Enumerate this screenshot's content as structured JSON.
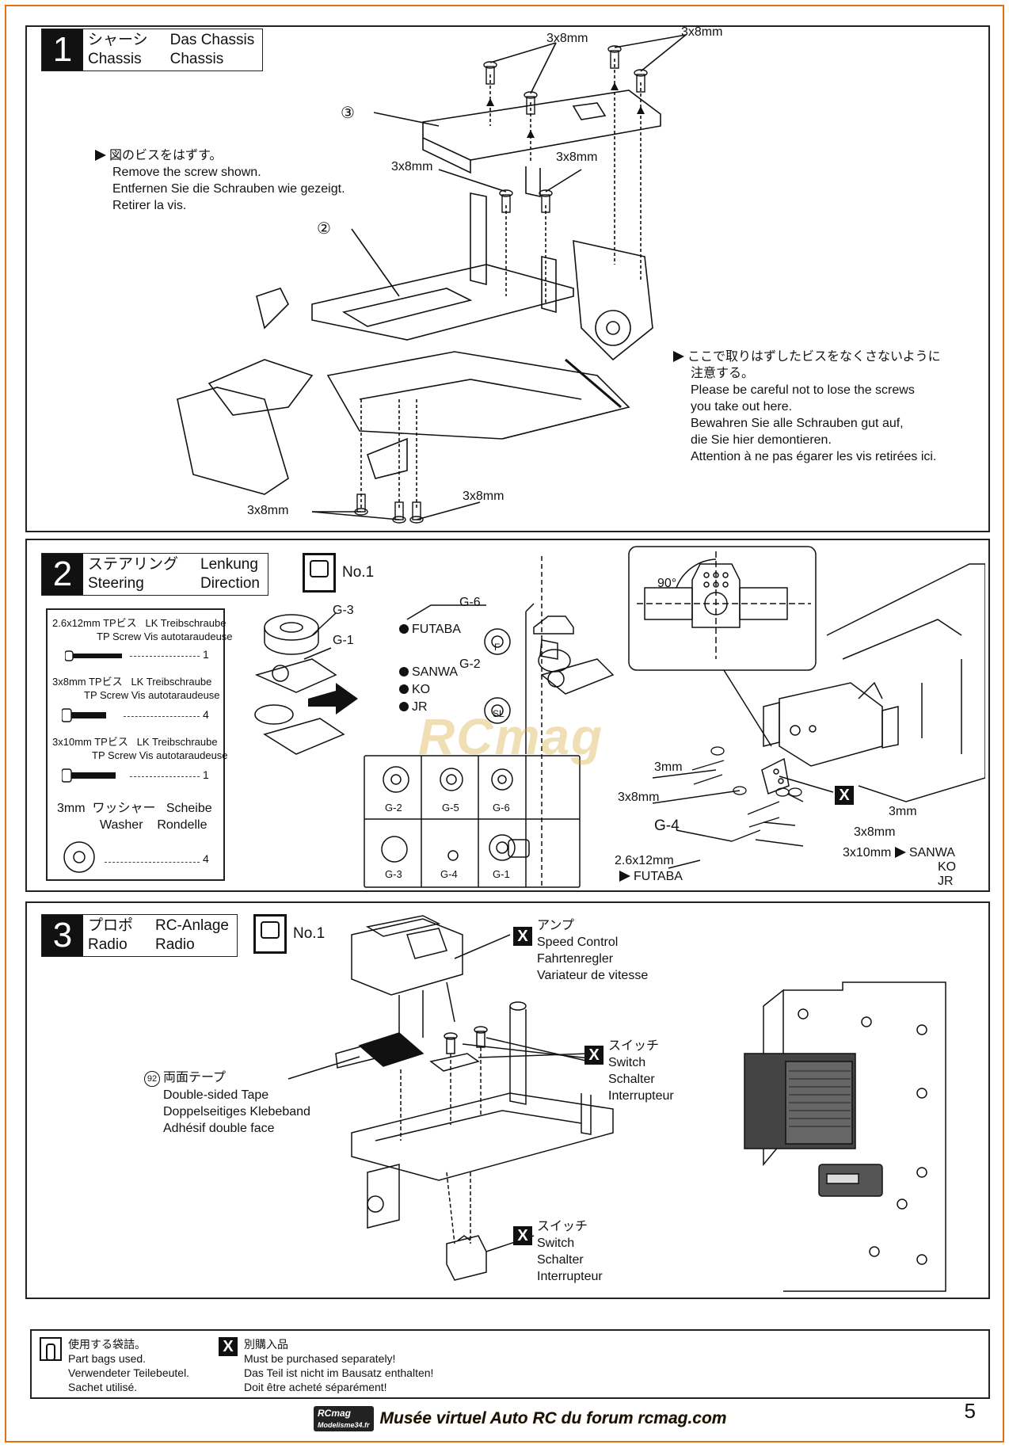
{
  "step1": {
    "num": "1",
    "title_jp": "シャーシ",
    "title_de": "Das Chassis",
    "title_en": "Chassis",
    "title_fr": "Chassis",
    "screw_labels": {
      "top_left": "3x8mm",
      "top_right": "3x8mm",
      "mid_left": "3x8mm",
      "mid_right": "3x8mm",
      "bottom_left": "3x8mm",
      "bottom_right": "3x8mm"
    },
    "part_3": "③",
    "part_2": "②",
    "remove_note": {
      "jp": "図のビスをはずす。",
      "en": "Remove the screw shown.",
      "de": "Entfernen Sie die Schrauben wie gezeigt.",
      "fr": "Retirer la vis."
    },
    "keep_note": {
      "jp1": "ここで取りはずしたビスをなくさないように",
      "jp2": "注意する。",
      "en1": "Please be careful not to lose the screws",
      "en2": "you take out here.",
      "de1": "Bewahren Sie alle Schrauben gut auf,",
      "de2": "die Sie hier demontieren.",
      "fr": "Attention à ne pas égarer les vis retirées ici."
    }
  },
  "step2": {
    "num": "2",
    "title_jp": "ステアリング",
    "title_de": "Lenkung",
    "title_en": "Steering",
    "title_fr": "Direction",
    "bag": "No.1",
    "parts": [
      {
        "name_jp": "2.6x12mm TPビス",
        "name_de": "LK Treibschraube",
        "name_en": "TP Screw",
        "name_fr": "Vis autotaraudeuse",
        "qty": "1"
      },
      {
        "name_jp": "3x8mm TPビス",
        "name_de": "LK Treibschraube",
        "name_en": "TP Screw",
        "name_fr": "Vis autotaraudeuse",
        "qty": "4"
      },
      {
        "name_jp": "3x10mm TPビス",
        "name_de": "LK Treibschraube",
        "name_en": "TP Screw",
        "name_fr": "Vis autotaraudeuse",
        "qty": "1"
      }
    ],
    "washer": {
      "size": "3mm",
      "jp": "ワッシャー",
      "de": "Scheibe",
      "en": "Washer",
      "fr": "Rondelle",
      "qty": "4"
    },
    "labels": {
      "g3": "G-3",
      "g1": "G-1",
      "g6": "G-6",
      "g2": "G-2",
      "f": "F",
      "sl": "SL",
      "futaba": "FUTABA",
      "sanwa": "SANWA",
      "ko": "KO",
      "jr": "JR"
    },
    "sprue": [
      "G-2",
      "G-5",
      "G-6",
      "G-3",
      "G-4",
      "G-1"
    ],
    "angle": "90°",
    "right_labels": {
      "mm3_a": "3mm",
      "mm3x8_a": "3x8mm",
      "g4": "G-4",
      "mm3_b": "3mm",
      "mm3x8_b": "3x8mm",
      "mm3x10": "3x10mm",
      "mm26x12": "2.6x12mm",
      "futaba": "FUTABA",
      "sanwa": "SANWA",
      "ko": "KO",
      "jr": "JR"
    }
  },
  "step3": {
    "num": "3",
    "title_jp": "プロポ",
    "title_de": "RC-Anlage",
    "title_en": "Radio",
    "title_fr": "Radio",
    "bag": "No.1",
    "amp": {
      "jp": "アンプ",
      "en": "Speed Control",
      "de": "Fahrtenregler",
      "fr": "Variateur de vitesse"
    },
    "switch1": {
      "jp": "スイッチ",
      "en": "Switch",
      "de": "Schalter",
      "fr": "Interrupteur"
    },
    "switch2": {
      "jp": "スイッチ",
      "en": "Switch",
      "de": "Schalter",
      "fr": "Interrupteur"
    },
    "tape": {
      "num": "92",
      "jp": "両面テープ",
      "en": "Double-sided Tape",
      "de": "Doppelseitiges Klebeband",
      "fr": "Adhésif double face"
    }
  },
  "legend": {
    "bag": {
      "jp": "使用する袋詰。",
      "en": "Part bags used.",
      "de": "Verwendeter Teilebeutel.",
      "fr": "Sachet utilisé."
    },
    "x": {
      "jp": "別購入品",
      "en": "Must be purchased separately!",
      "de": "Das Teil ist nicht im Bausatz enthalten!",
      "fr": "Doit être acheté séparément!"
    }
  },
  "x_mark": "X",
  "page_number": "5",
  "footer": {
    "logo1": "RCmag",
    "logo2": "Modelisme34.fr",
    "text": "Musée virtuel Auto RC du forum rcmag.com"
  },
  "watermark": "RCmag"
}
